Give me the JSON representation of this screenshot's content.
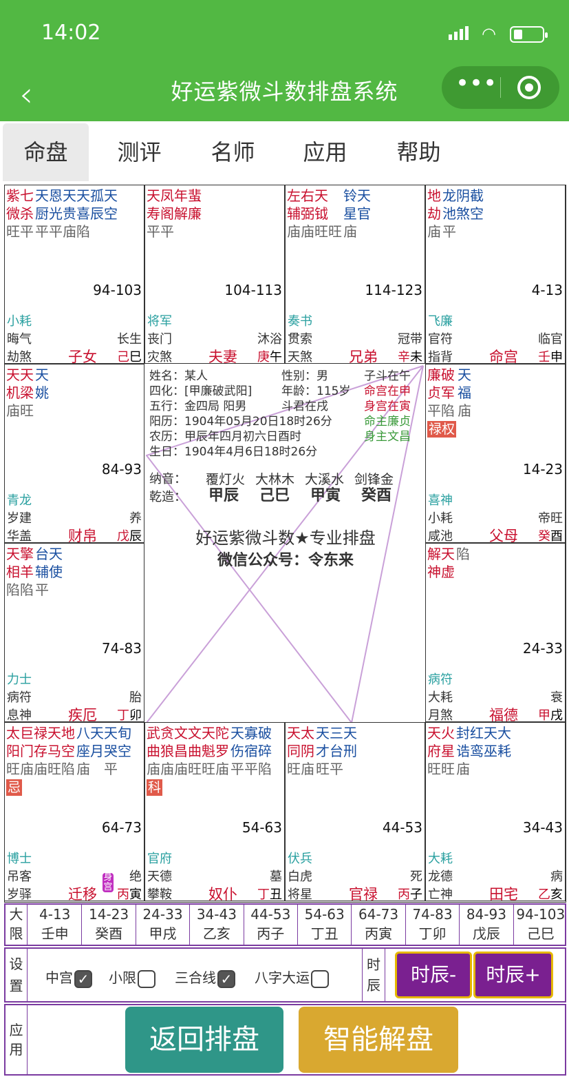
{
  "status": {
    "time": "14:02"
  },
  "nav": {
    "title": "好运紫微斗数排盘系统"
  },
  "tabs": [
    "命盘",
    "测评",
    "名师",
    "应用",
    "帮助"
  ],
  "cells": [
    {
      "main": "紫七",
      "main2": "微杀",
      "minor": "天恩天天孤天",
      "minor2": "厨光贵喜辰空",
      "b1": "旺平",
      "b2": "平平庙陷",
      "range": "94-103",
      "god": "小耗",
      "l1": "晦气",
      "l2": "劫煞",
      "stage": "长生",
      "palace": "子女",
      "stem": "己",
      "branch": "巳"
    },
    {
      "main": "天凤年蜚",
      "main2": "寿阁解廉",
      "minor": "",
      "minor2": "",
      "b1": "平平",
      "b2": "",
      "range": "104-113",
      "god": "将军",
      "l1": "丧门",
      "l2": "灾煞",
      "stage": "沐浴",
      "palace": "夫妻",
      "stem": "庚",
      "branch": "午"
    },
    {
      "main": "左右天",
      "main2": "辅弼钺",
      "minor": "铃天",
      "minor2": "星官",
      "b1": "庙庙旺旺",
      "b2": "庙",
      "range": "114-123",
      "god": "奏书",
      "l1": "贯索",
      "l2": "天煞",
      "stage": "冠带",
      "palace": "兄弟",
      "stem": "辛",
      "branch": "未"
    },
    {
      "main": "地",
      "main2": "劫",
      "minor": "龙阴截",
      "minor2": "池煞空",
      "b1": "庙",
      "b2": "平",
      "range": "4-13",
      "god": "飞廉",
      "l1": "官符",
      "l2": "指背",
      "stage": "临官",
      "palace": "命宫",
      "stem": "壬",
      "branch": "申"
    },
    {
      "main": "天天",
      "main2": "机梁",
      "minor": "天",
      "minor2": "姚",
      "b1": "庙旺",
      "b2": "",
      "range": "84-93",
      "god": "青龙",
      "l1": "岁建",
      "l2": "华盖",
      "stage": "养",
      "palace": "财帛",
      "stem": "戊",
      "branch": "辰"
    },
    {
      "main": "廉破",
      "main2": "贞军",
      "minor": "天",
      "minor2": "福",
      "b1": "平陷",
      "b2": "庙",
      "hua": "禄权",
      "range": "14-23",
      "god": "喜神",
      "l1": "小耗",
      "l2": "咸池",
      "stage": "帝旺",
      "palace": "父母",
      "stem": "癸",
      "branch": "酉"
    },
    {
      "main": "天擎",
      "main2": "相羊",
      "minor": "台天",
      "minor2": "辅使",
      "b1": "陷陷",
      "b2": "平",
      "range": "74-83",
      "god": "力士",
      "l1": "病符",
      "l2": "息神",
      "stage": "胎",
      "palace": "疾厄",
      "stem": "丁",
      "branch": "卯"
    },
    {
      "main": "解天",
      "main2": "神虚",
      "minor": "",
      "minor2": "",
      "b1": "",
      "b2": "陷",
      "range": "24-33",
      "god": "病符",
      "l1": "大耗",
      "l2": "月煞",
      "stage": "衰",
      "palace": "福德",
      "stem": "甲",
      "branch": "戌"
    },
    {
      "main": "太巨禄天地",
      "main2": "阳门存马空",
      "minor": "八天天旬",
      "minor2": "座月哭空",
      "b1": "旺庙庙旺陷",
      "b2": "庙　平",
      "hua": "忌",
      "range": "64-73",
      "god": "博士",
      "l1": "吊客",
      "l2": "岁驿",
      "stage": "绝",
      "palace": "迁移",
      "stem": "丙",
      "branch": "寅",
      "tag": "身宫"
    },
    {
      "main": "武贪文文天陀",
      "main2": "曲狼昌曲魁罗",
      "minor": "天寡破",
      "minor2": "伤宿碎",
      "b1": "庙庙庙旺旺庙",
      "b2": "平平陷",
      "hua": "科",
      "range": "54-63",
      "god": "官府",
      "l1": "天德",
      "l2": "攀鞍",
      "stage": "墓",
      "palace": "奴仆",
      "stem": "丁",
      "branch": "丑"
    },
    {
      "main": "天太",
      "main2": "同阴",
      "minor": "天三天",
      "minor2": "才台刑",
      "b1": "旺庙",
      "b2": "旺平",
      "range": "44-53",
      "god": "伏兵",
      "l1": "白虎",
      "l2": "将星",
      "stage": "死",
      "palace": "官禄",
      "stem": "丙",
      "branch": "子"
    },
    {
      "main": "天火",
      "main2": "府星",
      "minor": "封红天大",
      "minor2": "诰鸾巫耗",
      "b1": "旺旺",
      "b2": "庙",
      "range": "34-43",
      "god": "大耗",
      "l1": "龙德",
      "l2": "亡神",
      "stage": "病",
      "palace": "田宅",
      "stem": "乙",
      "branch": "亥"
    }
  ],
  "center": {
    "name": "姓名：某人",
    "gender": "性别：男",
    "zidou": "子斗在午",
    "sihua": "四化：[甲廉破武阳]",
    "age": "年龄：115岁",
    "minggong": "命宫在申",
    "wuxing": "五行：金四局 阳男",
    "doujun": "斗君在戌",
    "shengong": "身宫在寅",
    "solar": "阳历：1904年05月20日18时26分",
    "mingzhu": "命主廉贞",
    "lunar": "农历：甲辰年四月初六日酉时",
    "shenzhu": "身主文昌",
    "birth": "生日：1904年4月6日18时26分",
    "nayin_label": "纳音：",
    "nayin": [
      "覆灯火",
      "大林木",
      "大溪水",
      "剑锋金"
    ],
    "bazi_label": "乾造：",
    "bazi": [
      "甲辰",
      "己巳",
      "甲寅",
      "癸酉"
    ],
    "slogan1": "好运紫微斗数★专业排盘",
    "slogan2": "微信公众号：令东来"
  },
  "daxian": {
    "label1": "大",
    "label2": "限",
    "items": [
      {
        "r": "4-13",
        "g": "壬申"
      },
      {
        "r": "14-23",
        "g": "癸酉"
      },
      {
        "r": "24-33",
        "g": "甲戌"
      },
      {
        "r": "34-43",
        "g": "乙亥"
      },
      {
        "r": "44-53",
        "g": "丙子"
      },
      {
        "r": "54-63",
        "g": "丁丑"
      },
      {
        "r": "64-73",
        "g": "丙寅"
      },
      {
        "r": "74-83",
        "g": "丁卯"
      },
      {
        "r": "84-93",
        "g": "戊辰"
      },
      {
        "r": "94-103",
        "g": "己巳"
      }
    ]
  },
  "settings": {
    "label1": "设",
    "label2": "置",
    "opts": [
      "中宫",
      "小限",
      "三合线",
      "八字大运"
    ],
    "checked": [
      true,
      false,
      true,
      false
    ],
    "sc1": "时",
    "sc2": "辰",
    "minus": "时辰-",
    "plus": "时辰+"
  },
  "app": {
    "label1": "应",
    "label2": "用",
    "back": "返回排盘",
    "smart": "智能解盘"
  },
  "colors": {
    "green": "#52b843",
    "purple": "#7a2090",
    "teal_btn": "#2f9688",
    "gold_btn": "#d9a830"
  }
}
